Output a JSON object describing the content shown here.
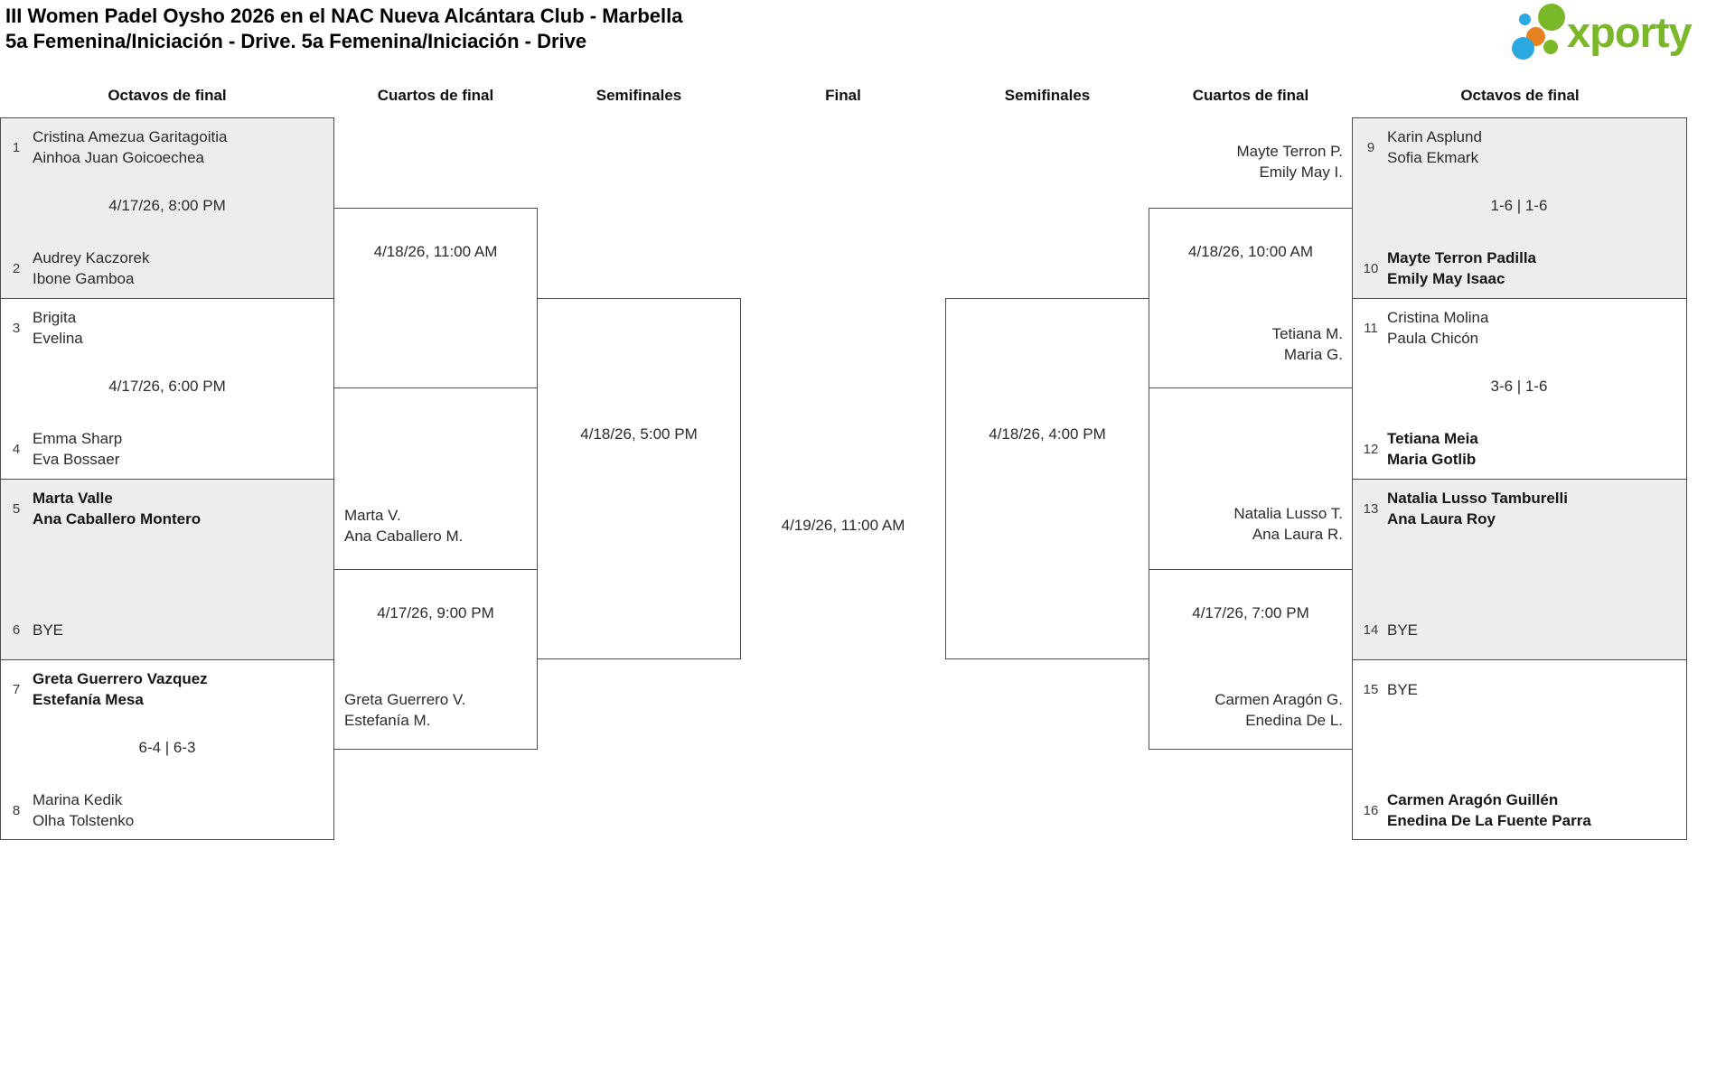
{
  "header": {
    "title_line1": "III Women Padel Oysho 2026 en el NAC Nueva Alcántara Club - Marbella",
    "title_line2": "5a Femenina/Iniciación - Drive. 5a Femenina/Iniciación - Drive"
  },
  "logo": {
    "text": "xporty",
    "green": "#7ab829",
    "blue": "#2ba8e0",
    "orange": "#e8821e"
  },
  "round_headers": {
    "left_r16": "Octavos de final",
    "left_qf": "Cuartos de final",
    "left_sf": "Semifinales",
    "final": "Final",
    "right_sf": "Semifinales",
    "right_qf": "Cuartos de final",
    "right_r16": "Octavos de final"
  },
  "r16_left": [
    {
      "center": "4/17/26, 8:00 PM",
      "top": {
        "seed": "1",
        "line1": "Cristina Amezua Garitagoitia",
        "line2": "Ainhoa Juan Goicoechea",
        "winner": false
      },
      "bottom": {
        "seed": "2",
        "line1": "Audrey Kaczorek",
        "line2": "Ibone Gamboa",
        "winner": false
      }
    },
    {
      "center": "4/17/26, 6:00 PM",
      "top": {
        "seed": "3",
        "line1": "Brigita",
        "line2": "Evelina",
        "winner": false
      },
      "bottom": {
        "seed": "4",
        "line1": "Emma Sharp",
        "line2": "Eva Bossaer",
        "winner": false
      }
    },
    {
      "center": "",
      "top": {
        "seed": "5",
        "line1": "Marta Valle",
        "line2": "Ana Caballero Montero",
        "winner": true
      },
      "bottom": {
        "seed": "6",
        "line1": "BYE",
        "line2": "",
        "winner": false
      }
    },
    {
      "center": "6-4 | 6-3",
      "top": {
        "seed": "7",
        "line1": "Greta Guerrero Vazquez",
        "line2": "Estefanía Mesa",
        "winner": true
      },
      "bottom": {
        "seed": "8",
        "line1": "Marina Kedik",
        "line2": "Olha Tolstenko",
        "winner": false
      }
    }
  ],
  "r16_right": [
    {
      "center": "1-6 | 1-6",
      "top": {
        "seed": "9",
        "line1": "Karin Asplund",
        "line2": "Sofia Ekmark",
        "winner": false
      },
      "bottom": {
        "seed": "10",
        "line1": "Mayte Terron Padilla",
        "line2": "Emily May Isaac",
        "winner": true
      }
    },
    {
      "center": "3-6 | 1-6",
      "top": {
        "seed": "11",
        "line1": "Cristina Molina",
        "line2": "Paula Chicón",
        "winner": false
      },
      "bottom": {
        "seed": "12",
        "line1": "Tetiana Meia",
        "line2": "Maria Gotlib",
        "winner": true
      }
    },
    {
      "center": "",
      "top": {
        "seed": "13",
        "line1": "Natalia Lusso Tamburelli",
        "line2": "Ana Laura Roy",
        "winner": true
      },
      "bottom": {
        "seed": "14",
        "line1": "BYE",
        "line2": "",
        "winner": false
      }
    },
    {
      "center": "",
      "top": {
        "seed": "15",
        "line1": "BYE",
        "line2": "",
        "winner": false
      },
      "bottom": {
        "seed": "16",
        "line1": "Carmen Aragón Guillén",
        "line2": "Enedina De La Fuente Parra",
        "winner": true
      }
    }
  ],
  "qf_left_top": {
    "datetime": "4/18/26, 11:00 AM"
  },
  "qf_left_bottom": {
    "datetime": "4/17/26, 9:00 PM",
    "top_team": {
      "line1": "Marta V.",
      "line2": "Ana Caballero M."
    },
    "bottom_team": {
      "line1": "Greta Guerrero V.",
      "line2": "Estefanía M."
    }
  },
  "qf_right_top": {
    "datetime": "4/18/26, 10:00 AM",
    "top_team": {
      "line1": "Mayte Terron P.",
      "line2": "Emily May I."
    },
    "bottom_team": {
      "line1": "Tetiana M.",
      "line2": "Maria G."
    }
  },
  "qf_right_bottom": {
    "datetime": "4/17/26, 7:00 PM",
    "top_team": {
      "line1": "Natalia Lusso T.",
      "line2": "Ana Laura R."
    },
    "bottom_team": {
      "line1": "Carmen Aragón G.",
      "line2": "Enedina De L."
    }
  },
  "sf_left": {
    "datetime": "4/18/26, 5:00 PM"
  },
  "sf_right": {
    "datetime": "4/18/26, 4:00 PM"
  },
  "final": {
    "datetime": "4/19/26, 11:00 AM"
  }
}
